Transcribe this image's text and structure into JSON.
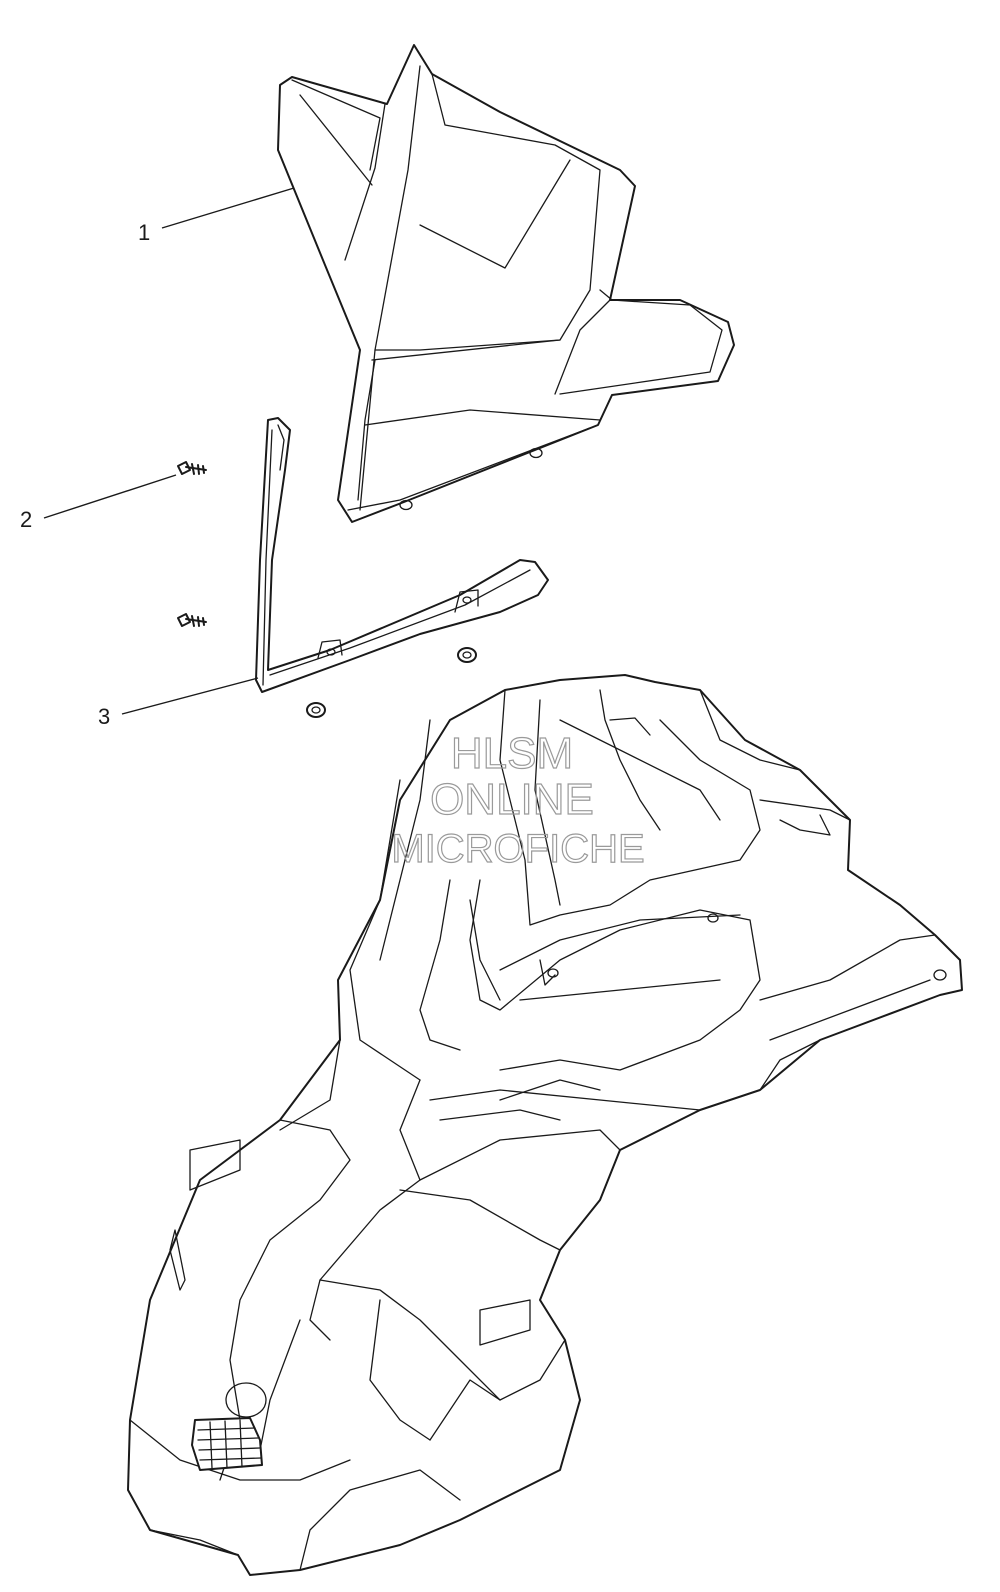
{
  "callouts": [
    {
      "label": "1"
    },
    {
      "label": "2"
    },
    {
      "label": "3"
    }
  ],
  "watermark": {
    "line1": "HLSM",
    "line2": "ONLINE",
    "line3": "MICROFICHE"
  }
}
